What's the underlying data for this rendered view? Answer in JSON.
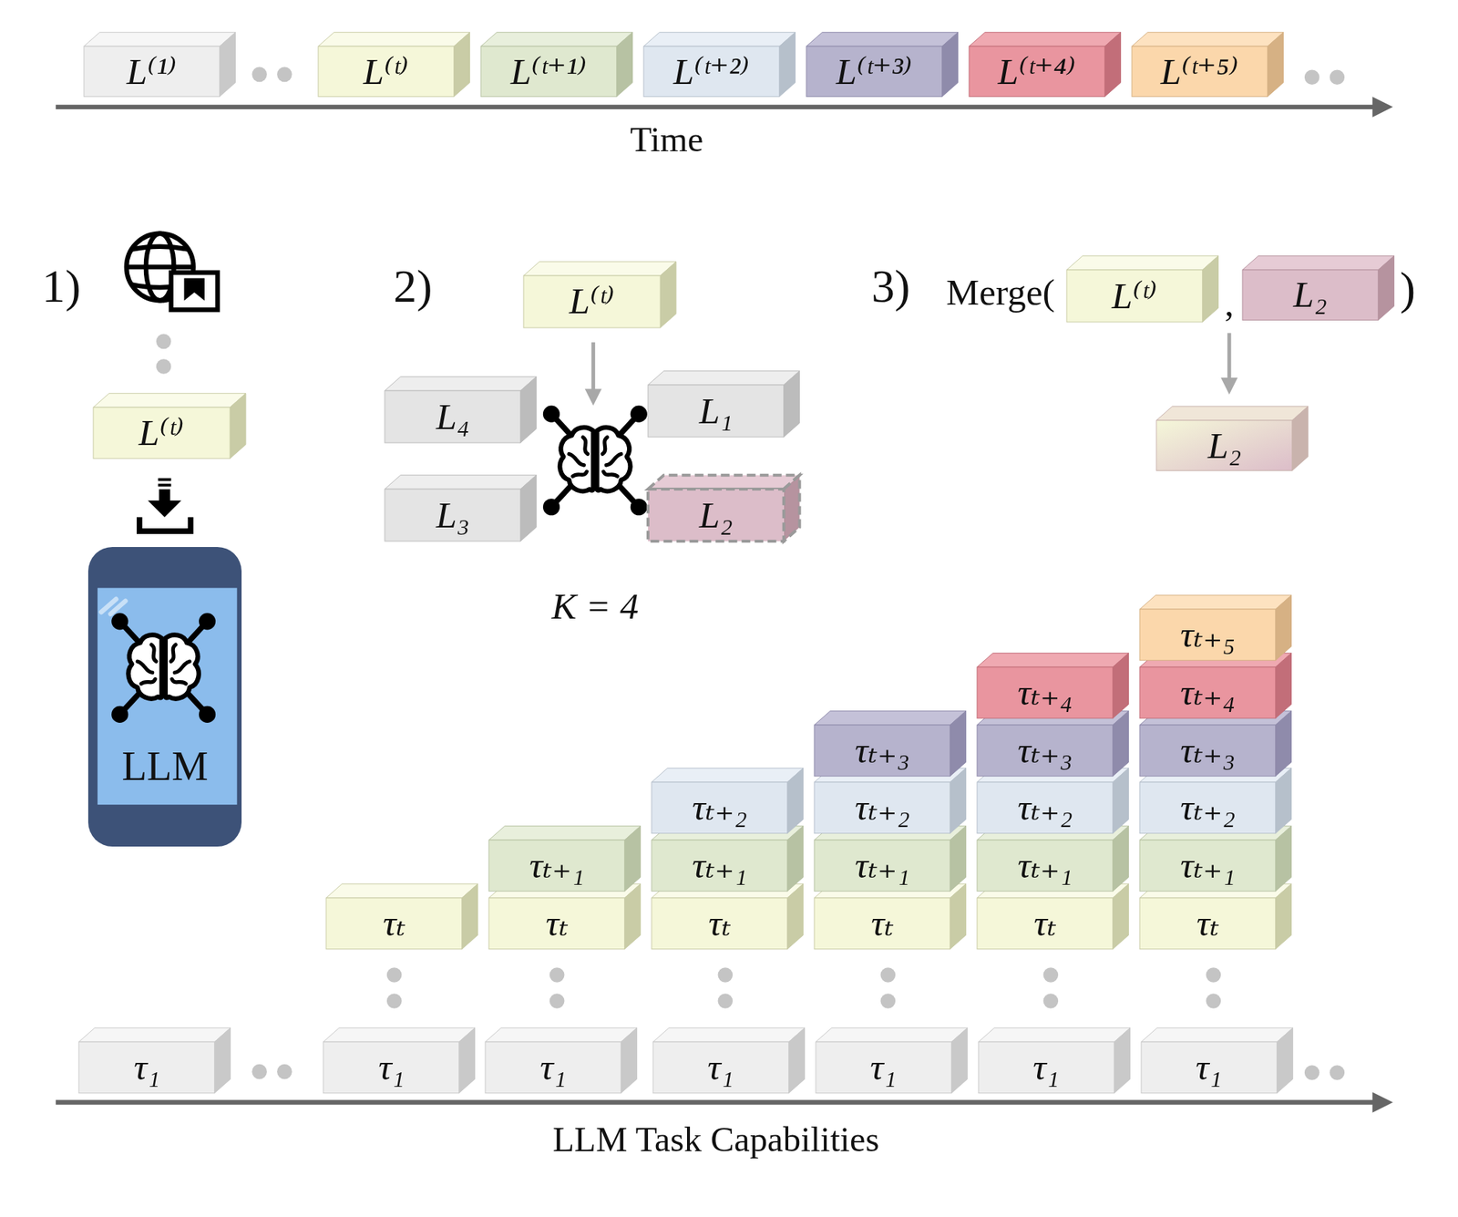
{
  "diagram": {
    "nodes": [
      {
        "text": [
          "L⁽¹⁾"
        ]
      },
      {
        "text": [
          "L⁽ᵗ⁾"
        ]
      },
      {
        "text": [
          "L⁽ᵗ⁺¹⁾"
        ]
      },
      {
        "text": [
          "L⁽ᵗ⁺²⁾"
        ]
      },
      {
        "text": [
          "L⁽ᵗ⁺³⁾"
        ]
      },
      {
        "text": [
          "L⁽ᵗ⁺⁴⁾"
        ]
      },
      {
        "text": [
          "L⁽ᵗ⁺⁵⁾"
        ]
      },
      {
        "text": [
          "L⁽ᵗ⁾"
        ]
      },
      {
        "text": [
          "LLM"
        ]
      },
      {
        "text": [
          "L⁽ᵗ⁾"
        ]
      },
      {
        "text": [
          "L₄"
        ]
      },
      {
        "text": [
          "L₁"
        ]
      },
      {
        "text": [
          "L₃"
        ]
      },
      {
        "text": [
          "L₂"
        ]
      },
      {
        "text": [
          "L⁽ᵗ⁾"
        ]
      },
      {
        "text": [
          "L₂"
        ]
      },
      {
        "text": [
          "L₂"
        ]
      },
      {
        "text": [
          "τₜ"
        ]
      },
      {
        "text": [
          "τₜ"
        ]
      },
      {
        "text": [
          "τₜ₊₁"
        ]
      },
      {
        "text": [
          "τₜ"
        ]
      },
      {
        "text": [
          "τₜ₊₁"
        ]
      },
      {
        "text": [
          "τₜ₊₂"
        ]
      },
      {
        "text": [
          "τₜ"
        ]
      },
      {
        "text": [
          "τₜ₊₁"
        ]
      },
      {
        "text": [
          "τₜ₊₂"
        ]
      },
      {
        "text": [
          "τₜ₊₃"
        ]
      },
      {
        "text": [
          "τₜ"
        ]
      },
      {
        "text": [
          "τₜ₊₁"
        ]
      },
      {
        "text": [
          "τₜ₊₂"
        ]
      },
      {
        "text": [
          "τₜ₊₃"
        ]
      },
      {
        "text": [
          "τₜ₊₄"
        ]
      },
      {
        "text": [
          "τₜ"
        ]
      },
      {
        "text": [
          "τₜ₊₁"
        ]
      },
      {
        "text": [
          "τₜ₊₂"
        ]
      },
      {
        "text": [
          "τₜ₊₃"
        ]
      },
      {
        "text": [
          "τₜ₊₄"
        ]
      },
      {
        "text": [
          "τₜ₊₅"
        ]
      },
      {
        "text": [
          "τ₁"
        ]
      },
      {
        "text": [
          "τ₁"
        ]
      },
      {
        "text": [
          "τ₁"
        ]
      },
      {
        "text": [
          "τ₁"
        ]
      },
      {
        "text": [
          "τ₁"
        ]
      },
      {
        "text": [
          "τ₁"
        ]
      },
      {
        "text": [
          "τ₁"
        ]
      }
    ],
    "labels": [
      "Time",
      "1)",
      "2)",
      "3)",
      "Merge(",
      ",",
      ")",
      "K = 4",
      "LLM Task Capabilities"
    ]
  }
}
